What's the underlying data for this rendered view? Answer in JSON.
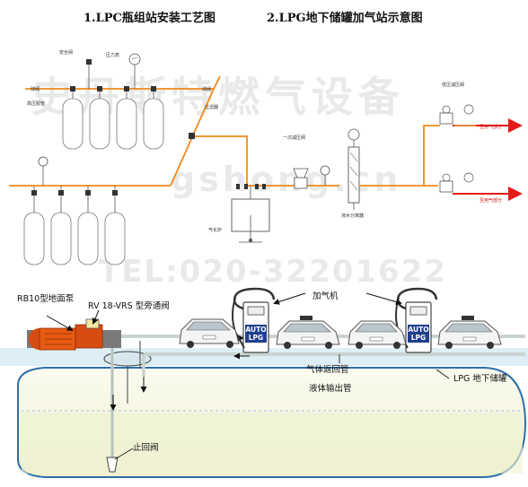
{
  "titles": {
    "installation": "1.LPC瓶组站安装工艺图",
    "station": "2.LPG地下储罐加气站示意图"
  },
  "watermark": {
    "company": "史丹斯特燃气设备",
    "url": "gshong.cn",
    "phone": "TEL:020-32201622"
  },
  "top_labels": {
    "safety_valve": "安全阀",
    "pressure_gauge": "压力表",
    "ball_valve_left": "球阀",
    "high_pressure_hose": "高压胶管",
    "ball_valve_mid": "球阀",
    "filter": "过滤器",
    "vaporizer": "气化炉",
    "primary_regulator": "一次减压阀",
    "separator": "液水分离器",
    "low_pressure_regulator": "低压减压阀",
    "gas_use_1": "至用气部分",
    "gas_use_2": "至用气部分"
  },
  "bottom_labels": {
    "pump": "RB10型地面泵",
    "bypass": "RV 18-VRS 型旁通阀",
    "dispenser": "加气机",
    "return_pipe": "气体返回管",
    "liquid_pipe": "液体输出管",
    "tank": "LPG 地下储罐",
    "check_valve": "止回阀"
  },
  "dispenser_text": {
    "auto": "AUTO",
    "lpg": "LPG"
  },
  "colors": {
    "pipe_top": "#f08a1c",
    "pipe_red": "#e41b1b",
    "tank_fill": "#f4f4d8",
    "ground": "#ddeef6",
    "pipe_gray": "#c9d4cf",
    "pump_orange": "#e85a12",
    "bypass_yellow": "#f2e6a0"
  }
}
